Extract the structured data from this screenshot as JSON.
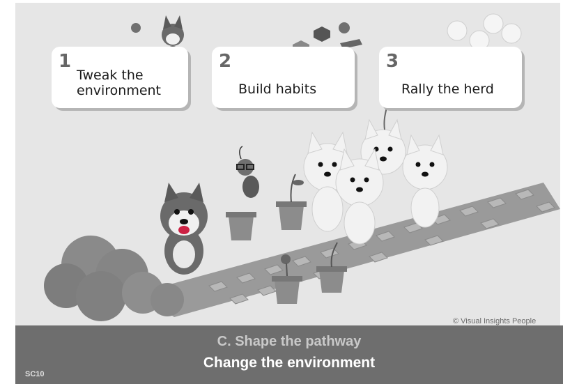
{
  "cards": [
    {
      "number": "1",
      "label_line1": "Tweak the",
      "label_line2": "environment"
    },
    {
      "number": "2",
      "label": "Build habits"
    },
    {
      "number": "3",
      "label": "Rally the herd"
    }
  ],
  "copyright": "© Visual Insights People",
  "footer": {
    "subtitle": "C. Shape the pathway",
    "title": "Change the environment",
    "slide_code": "SC10"
  }
}
